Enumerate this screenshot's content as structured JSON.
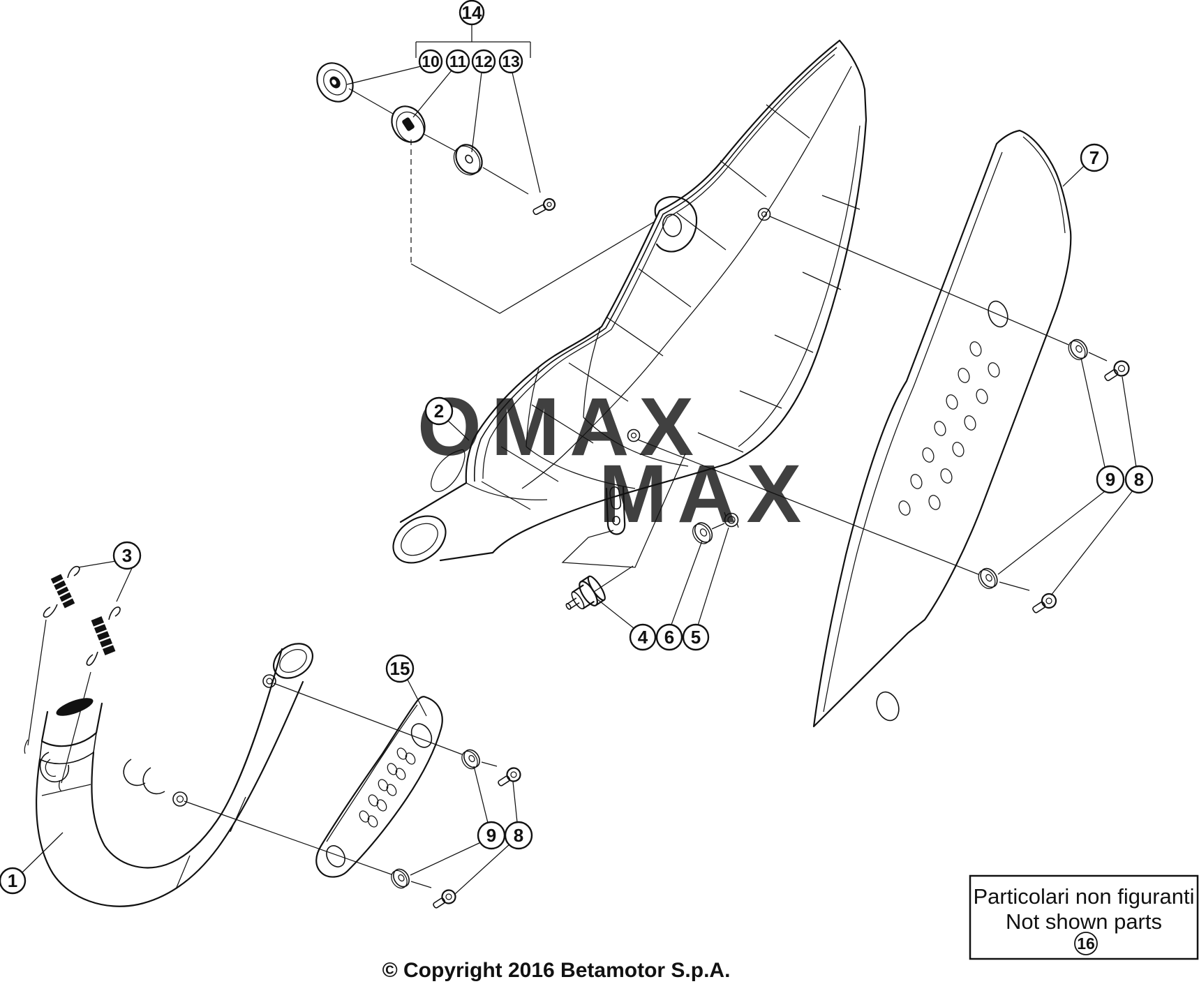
{
  "canvas": {
    "background": "#ffffff",
    "ink": "#111111"
  },
  "callouts": {
    "c1": "1",
    "c2": "2",
    "c3": "3",
    "c4": "4",
    "c5": "5",
    "c6": "6",
    "c7": "7",
    "c8r": "8",
    "c9r": "9",
    "c8b": "8",
    "c9b": "9",
    "c10": "10",
    "c11": "11",
    "c12": "12",
    "c13": "13",
    "c14": "14",
    "c15": "15",
    "c16": "16"
  },
  "notes_box": {
    "line1": "Particolari non figuranti",
    "line2": "Not shown parts",
    "ref": "16"
  },
  "footer": {
    "copyright": "© Copyright 2016 Betamotor S.p.A."
  },
  "watermark": {
    "line1": "OMAX",
    "line2": "MAX"
  }
}
